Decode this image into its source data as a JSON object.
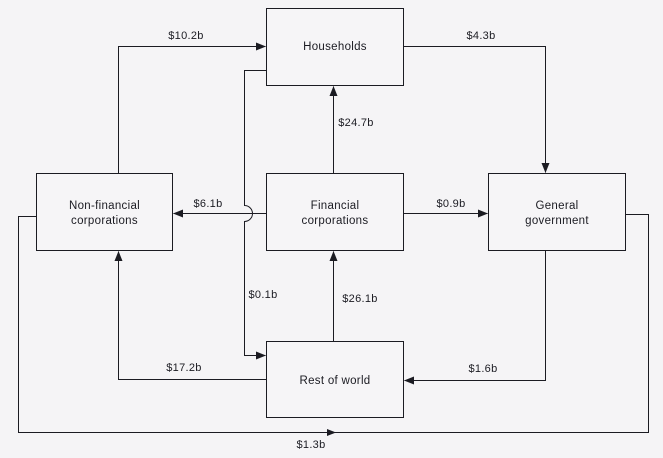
{
  "diagram": {
    "colors": {
      "background": "#f5f4f6",
      "line": "#1b1b22",
      "box_fill": "#f6f5f7"
    },
    "nodes": {
      "households": {
        "label": "Households"
      },
      "non_financial": {
        "line1": "Non-financial",
        "line2": "corporations"
      },
      "financial": {
        "line1": "Financial",
        "line2": "corporations"
      },
      "general_government": {
        "line1": "General",
        "line2": "government"
      },
      "rest_of_world": {
        "label": "Rest of world"
      }
    },
    "flows": [
      {
        "from": "Non-financial corporations",
        "to": "Households",
        "amount": "$10.2b"
      },
      {
        "from": "Households",
        "to": "General government",
        "amount": "$4.3b"
      },
      {
        "from": "Financial corporations",
        "to": "Households",
        "amount": "$24.7b"
      },
      {
        "from": "Financial corporations",
        "to": "Non-financial corporations",
        "amount": "$6.1b"
      },
      {
        "from": "Financial corporations",
        "to": "General government",
        "amount": "$0.9b"
      },
      {
        "from": "Households",
        "to": "Rest of world",
        "amount": "$0.1b"
      },
      {
        "from": "Rest of world",
        "to": "Financial corporations",
        "amount": "$26.1b"
      },
      {
        "from": "Rest of world",
        "to": "Non-financial corporations",
        "amount": "$17.2b"
      },
      {
        "from": "General government",
        "to": "Rest of world",
        "amount": "$1.6b"
      },
      {
        "from": "Non-financial corporations",
        "to": "General government",
        "amount": "$1.3b"
      }
    ]
  }
}
